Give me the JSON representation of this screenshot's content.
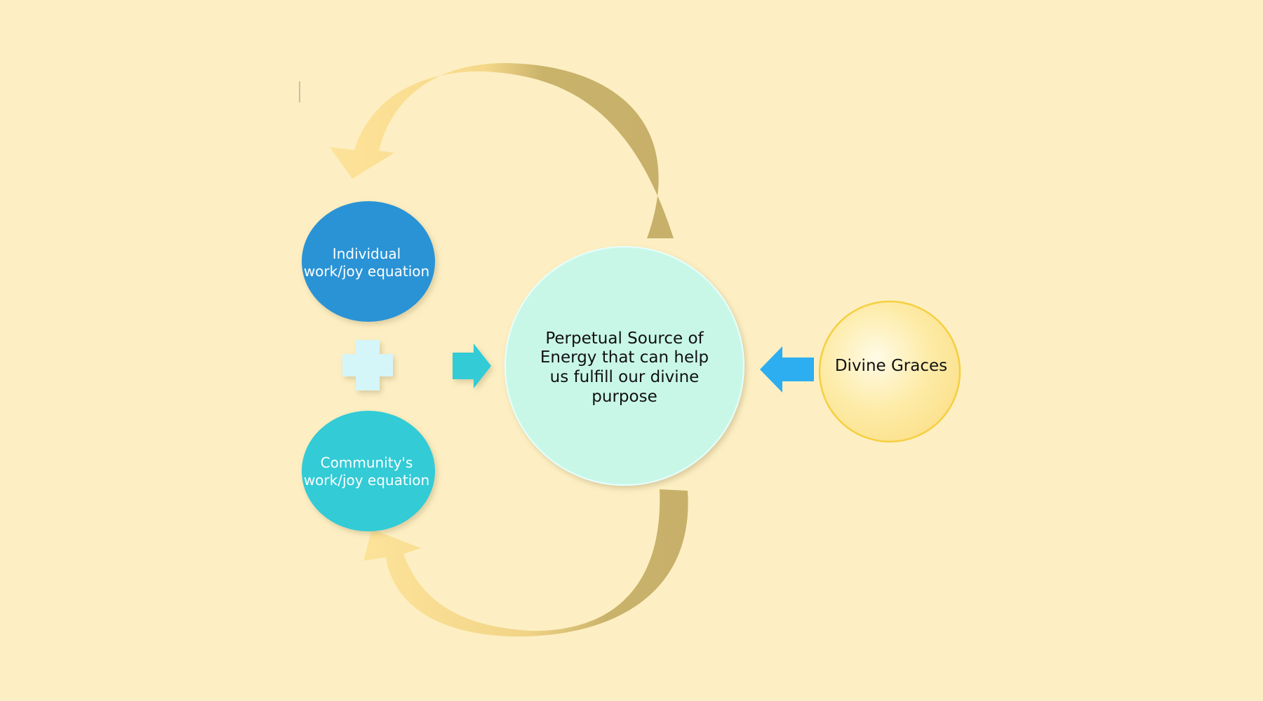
{
  "nodes": {
    "individual": {
      "label": "Individual work/joy equation",
      "color": "#2a93d5"
    },
    "community": {
      "label": "Community's work/joy equation",
      "color": "#33cbd6"
    },
    "center": {
      "label": "Perpetual Source of Energy that can help us fulfill our divine purpose",
      "color": "#c8f7e8"
    },
    "divine": {
      "label": "Divine Graces",
      "color": "#fde79a"
    }
  },
  "operator": {
    "symbol": "plus",
    "color": "#d4f6f9"
  },
  "arrows": {
    "into_center_from_left": {
      "color": "#33cbd6"
    },
    "into_center_from_right": {
      "color": "#2daef0"
    },
    "cycle_light": "#fbe08e",
    "cycle_dark": "#c9b36a"
  },
  "colors": {
    "background": "#fdefc3"
  }
}
